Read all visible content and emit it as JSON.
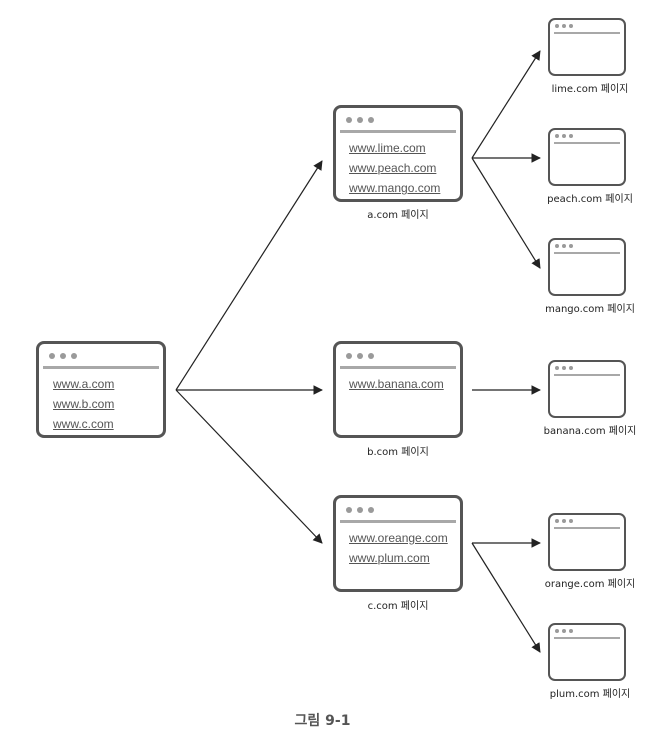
{
  "root": {
    "links": [
      "www.a.com",
      "www.b.com",
      "www.c.com"
    ]
  },
  "level1": [
    {
      "id": "a",
      "links": [
        "www.lime.com",
        "www.peach.com",
        "www.mango.com"
      ],
      "caption": "a.com 페이지"
    },
    {
      "id": "b",
      "links": [
        "www.banana.com"
      ],
      "caption": "b.com 페이지"
    },
    {
      "id": "c",
      "links": [
        "www.oreange.com",
        "www.plum.com"
      ],
      "caption": "c.com 페이지"
    }
  ],
  "level2": [
    {
      "parent": "a",
      "caption": "lime.com 페이지"
    },
    {
      "parent": "a",
      "caption": "peach.com 페이지"
    },
    {
      "parent": "a",
      "caption": "mango.com 페이지"
    },
    {
      "parent": "b",
      "caption": "banana.com 페이지"
    },
    {
      "parent": "c",
      "caption": "orange.com 페이지"
    },
    {
      "parent": "c",
      "caption": "plum.com 페이지"
    }
  ],
  "figure_caption": "그림 9-1",
  "colors": {
    "border": "#555555",
    "arrow": "#222222",
    "link": "#555555",
    "dots": "#9a9a9a"
  }
}
